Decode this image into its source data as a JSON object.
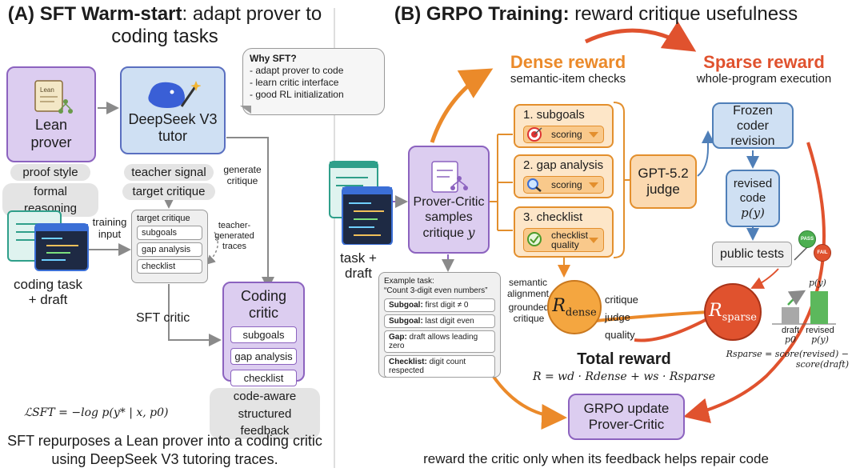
{
  "panel_a": {
    "title_bold": "(A) SFT Warm-start",
    "title_rest": ": adapt prover to coding tasks",
    "lean_prover": {
      "doc_text": "Lean",
      "label": "Lean prover"
    },
    "tutor": {
      "label": "DeepSeek V3 tutor"
    },
    "lean_tags": [
      "proof style",
      "formal reasoning"
    ],
    "tutor_tags": [
      "teacher signal",
      "target critique"
    ],
    "generate_critique": "generate critique",
    "why_sft": {
      "title": "Why SFT?",
      "items": [
        "- adapt prover to code",
        "- learn critic interface",
        "- good RL initialization"
      ]
    },
    "training_input": "training input",
    "coding_task_label": "coding task + draft",
    "target_critique": {
      "title": "target critique",
      "items": [
        "subgoals",
        "gap analysis",
        "checklist"
      ]
    },
    "teacher_traces": "teacher-generated traces",
    "sft_critic": "SFT critic",
    "coding_critic": {
      "title": "Coding critic",
      "items": [
        "subgoals",
        "gap analysis",
        "checklist"
      ]
    },
    "critic_tags": [
      "code-aware critique",
      "structured feedback"
    ],
    "loss_formula": "ℒSFT = −log p(y* | x, p0)",
    "caption": "SFT repurposes a Lean prover into a coding critic using DeepSeek V3 tutoring traces."
  },
  "panel_b": {
    "title_bold": "(B) GRPO Training:",
    "title_rest": " reward critique usefulness",
    "dense_reward": {
      "title": "Dense reward",
      "subtitle": "semantic-item checks"
    },
    "sparse_reward": {
      "title": "Sparse reward",
      "subtitle": "whole-program execution"
    },
    "task_draft": "task + draft",
    "prover_critic": {
      "label": "Prover-Critic samples critique",
      "var": "y"
    },
    "items": [
      {
        "label": "1. subgoals",
        "select": "scoring",
        "icon": "target-icon"
      },
      {
        "label": "2. gap analysis",
        "select": "scoring",
        "icon": "magnifier-icon"
      },
      {
        "label": "3. checklist",
        "select": "checklist quality",
        "icon": "badge-check-icon"
      }
    ],
    "judge": "GPT-5.2 judge",
    "frozen_coder": "Frozen coder revision",
    "revised_code": {
      "label": "revised code",
      "math": "p(y)"
    },
    "public_tests": "public tests",
    "pass_label": "PASS",
    "fail_label": "FAIL",
    "example": {
      "title": "Example task:",
      "task": "“Count 3-digit even numbers”",
      "rows": [
        {
          "key": "Subgoal:",
          "text": " first digit ≠ 0"
        },
        {
          "key": "Subgoal:",
          "text": " last digit even"
        },
        {
          "key": "Gap:",
          "text": " draft allows leading zero"
        },
        {
          "key": "Checklist:",
          "text": " digit count respected"
        }
      ]
    },
    "semantic_alignment": "semantic alignment",
    "grounded_critique": "grounded critique",
    "r_dense": {
      "base": "R",
      "sub": "dense"
    },
    "critique_judge_quality": "critique judge quality",
    "r_sparse": {
      "base": "R",
      "sub": "sparse"
    },
    "total_reward": "Total reward",
    "total_formula": "R = wd · Rdense + ws · Rsparse",
    "sparse_formula": "Rsparse = score(revised) − score(draft)",
    "bar_top_label": "p(y)",
    "bars": [
      {
        "label": "draft",
        "sub": "p0",
        "value": 0.5,
        "color": "#a8a8a8"
      },
      {
        "label": "revised",
        "sub": "p(y)",
        "value": 1.0,
        "color": "#5cb85c"
      }
    ],
    "grpo_update": "GRPO update Prover-Critic",
    "caption": "reward the critic only when its feedback helps repair code"
  }
}
